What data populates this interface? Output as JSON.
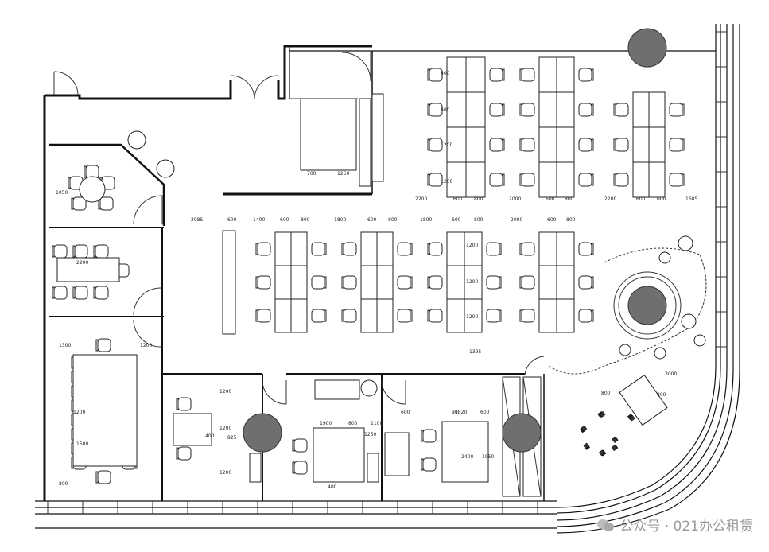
{
  "plan": {
    "dimensions": [
      "700",
      "1250",
      "1050",
      "2200",
      "1300",
      "1200",
      "1200",
      "800",
      "1500",
      "400",
      "600",
      "1200",
      "1200",
      "2200",
      "600",
      "800",
      "2000",
      "600",
      "800",
      "2200",
      "600",
      "600",
      "1685",
      "2085",
      "600",
      "1400",
      "600",
      "800",
      "1800",
      "600",
      "800",
      "1800",
      "600",
      "800",
      "2000",
      "600",
      "800",
      "1200",
      "1200",
      "1200",
      "1395",
      "1200",
      "1200",
      "400",
      "825",
      "1200",
      "1900",
      "800",
      "1100",
      "400",
      "600",
      "1320",
      "600",
      "1250",
      "900",
      "800",
      "3000",
      "800",
      "1950",
      "2400"
    ],
    "colors": {
      "line": "#111111",
      "column": "#6f6f6f",
      "background": "#ffffff"
    }
  },
  "watermark": {
    "text": "公众号 · 021办公租赁",
    "icon": "wechat-icon"
  }
}
